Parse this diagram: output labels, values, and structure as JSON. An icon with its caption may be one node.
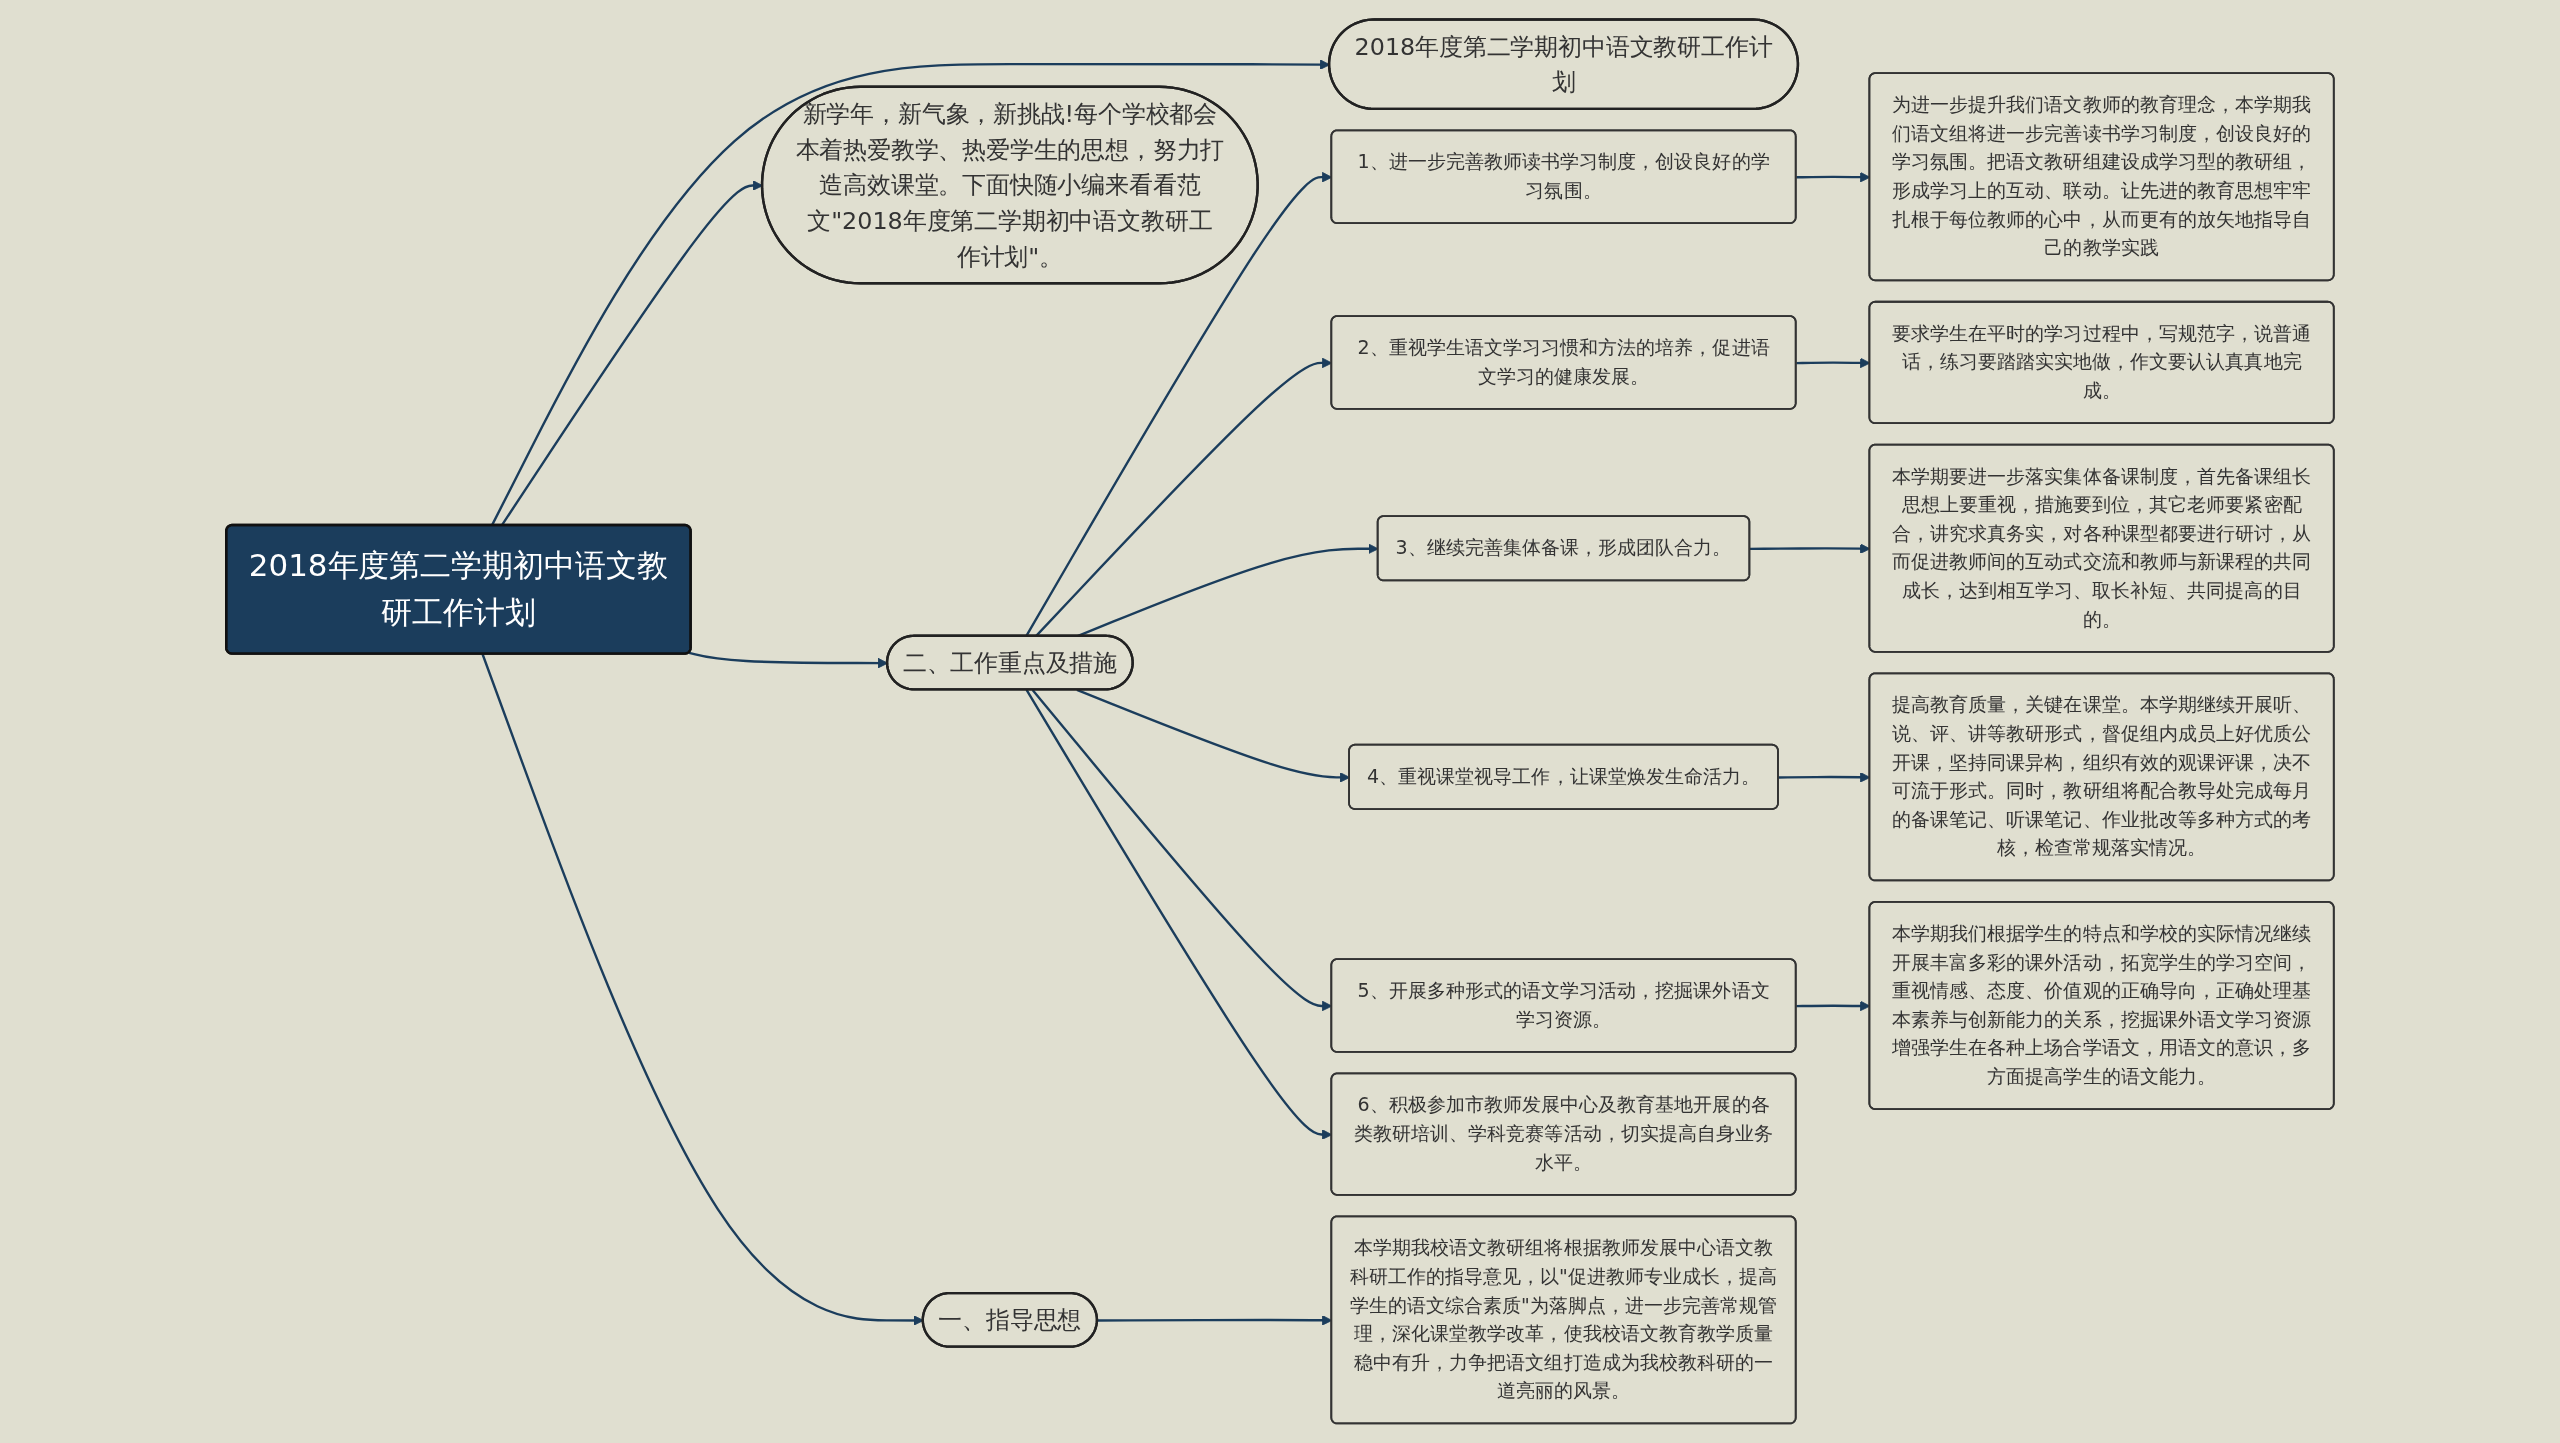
{
  "diagram": {
    "nodes": [
      {
        "text": [
          "2018年度第二学期初中语文教研工作计划"
        ]
      },
      {
        "text": [
          "2018年度第二学期初中语文教研工作计划"
        ]
      },
      {
        "text": [
          "二、工作重点及措施"
        ]
      },
      {
        "text": [
          "1、进一步完善教师读书学习制度，创设良好的学习氛围。"
        ]
      },
      {
        "text": [
          "2、重视学生语文学习习惯和方法的培养，促进语文学习的健康发展。"
        ]
      },
      {
        "text": [
          "3、继续完善集体备课，形成团队合力。"
        ]
      },
      {
        "text": [
          "4、重视课堂视导工作，让课堂焕发生命活力。"
        ]
      },
      {
        "text": [
          "5、开展多种形式的语文学习活动，挖掘课外语文学习资源。"
        ]
      },
      {
        "text": [
          "6、积极参加市教师发展中心及教育基地开展的各类教研培训、学科竞赛等活动，切实提高自身业务水平。"
        ]
      },
      {
        "text": [
          "为进一步提升我们语文教师的教育理念，本学期我们语文组将进一步完善读书学习制度，创设良好的学习氛围。把语文教研组建设成学习型的教研组，形成学习上的互动、联动。让先进的教育思想牢牢扎根于每位教师的心中，从而更有的放矢地指导自己的教学实践"
        ]
      },
      {
        "text": [
          "要求学生在平时的学习过程中，写规范字，说普通话，练习要踏踏实实地做，作文要认认真真地完成。"
        ]
      },
      {
        "text": [
          "本学期要进一步落实集体备课制度，首先备课组长思想上要重视，措施要到位，其它老师要紧密配合，讲究求真务实，对各种课型都要进行研讨，从而促进教师间的互动式交流和教师与新课程的共同成长，达到相互学习、取长补短、共同提高的目的。"
        ]
      },
      {
        "text": [
          "提高教育质量，关键在课堂。本学期继续开展听、说、评、讲等教研形式，督促组内成员上好优质公开课，坚持同课异构，组织有效的观课评课，决不可流于形式。同时，教研组将配合教导处完成每月的备课笔记、听课笔记、作业批改等多种方式的考核，检查常规落实情况。"
        ]
      },
      {
        "text": [
          "本学期我们根据学生的特点和学校的实际情况继续开展丰富多彩的课外活动，拓宽学生的学习空间，重视情感、态度、价值观的正确导向，正确处理基本素养与创新能力的关系，挖掘课外语文学习资源增强学生在各种上场合学语文，用语文的意识，多方面提高学生的语文能力。"
        ]
      },
      {
        "text": [
          "新学年，新气象，新挑战!每个学校都会本着热爱教学、热爱学生的思想，努力打造高效课堂。下面快随小编来看看范文\"2018年度第二学期初中语文教研工作计划\"。"
        ]
      },
      {
        "text": [
          "一、指导思想"
        ]
      },
      {
        "text": [
          "本学期我校语文教研组将根据教师发展中心语文教科研工作的指导意见，以\"促进教师专业成长，提高学生的语文综合素质\"为落脚点，进一步完善常规管理，深化课堂教学改革，使我校语文教育教学质量稳中有升，力争把语文组打造成为我校教科研的一道亮丽的风景。"
        ]
      }
    ],
    "edges": [
      {
        "from": 0,
        "to": 1,
        "arrow": "to"
      },
      {
        "from": 0,
        "to": 2,
        "arrow": "to"
      },
      {
        "from": 2,
        "to": 3,
        "arrow": "to"
      },
      {
        "from": 2,
        "to": 4,
        "arrow": "to"
      },
      {
        "from": 2,
        "to": 5,
        "arrow": "to"
      },
      {
        "from": 2,
        "to": 6,
        "arrow": "to"
      },
      {
        "from": 2,
        "to": 7,
        "arrow": "to"
      },
      {
        "from": 2,
        "to": 8,
        "arrow": "to"
      },
      {
        "from": 3,
        "to": 9,
        "arrow": "to"
      },
      {
        "from": 4,
        "to": 10,
        "arrow": "to"
      },
      {
        "from": 5,
        "to": 11,
        "arrow": "to"
      },
      {
        "from": 6,
        "to": 12,
        "arrow": "to"
      },
      {
        "from": 7,
        "to": 13,
        "arrow": "to"
      },
      {
        "from": 0,
        "to": 14,
        "arrow": "to"
      },
      {
        "from": 0,
        "to": 15,
        "arrow": "to"
      },
      {
        "from": 15,
        "to": 16,
        "arrow": "to"
      }
    ]
  }
}
